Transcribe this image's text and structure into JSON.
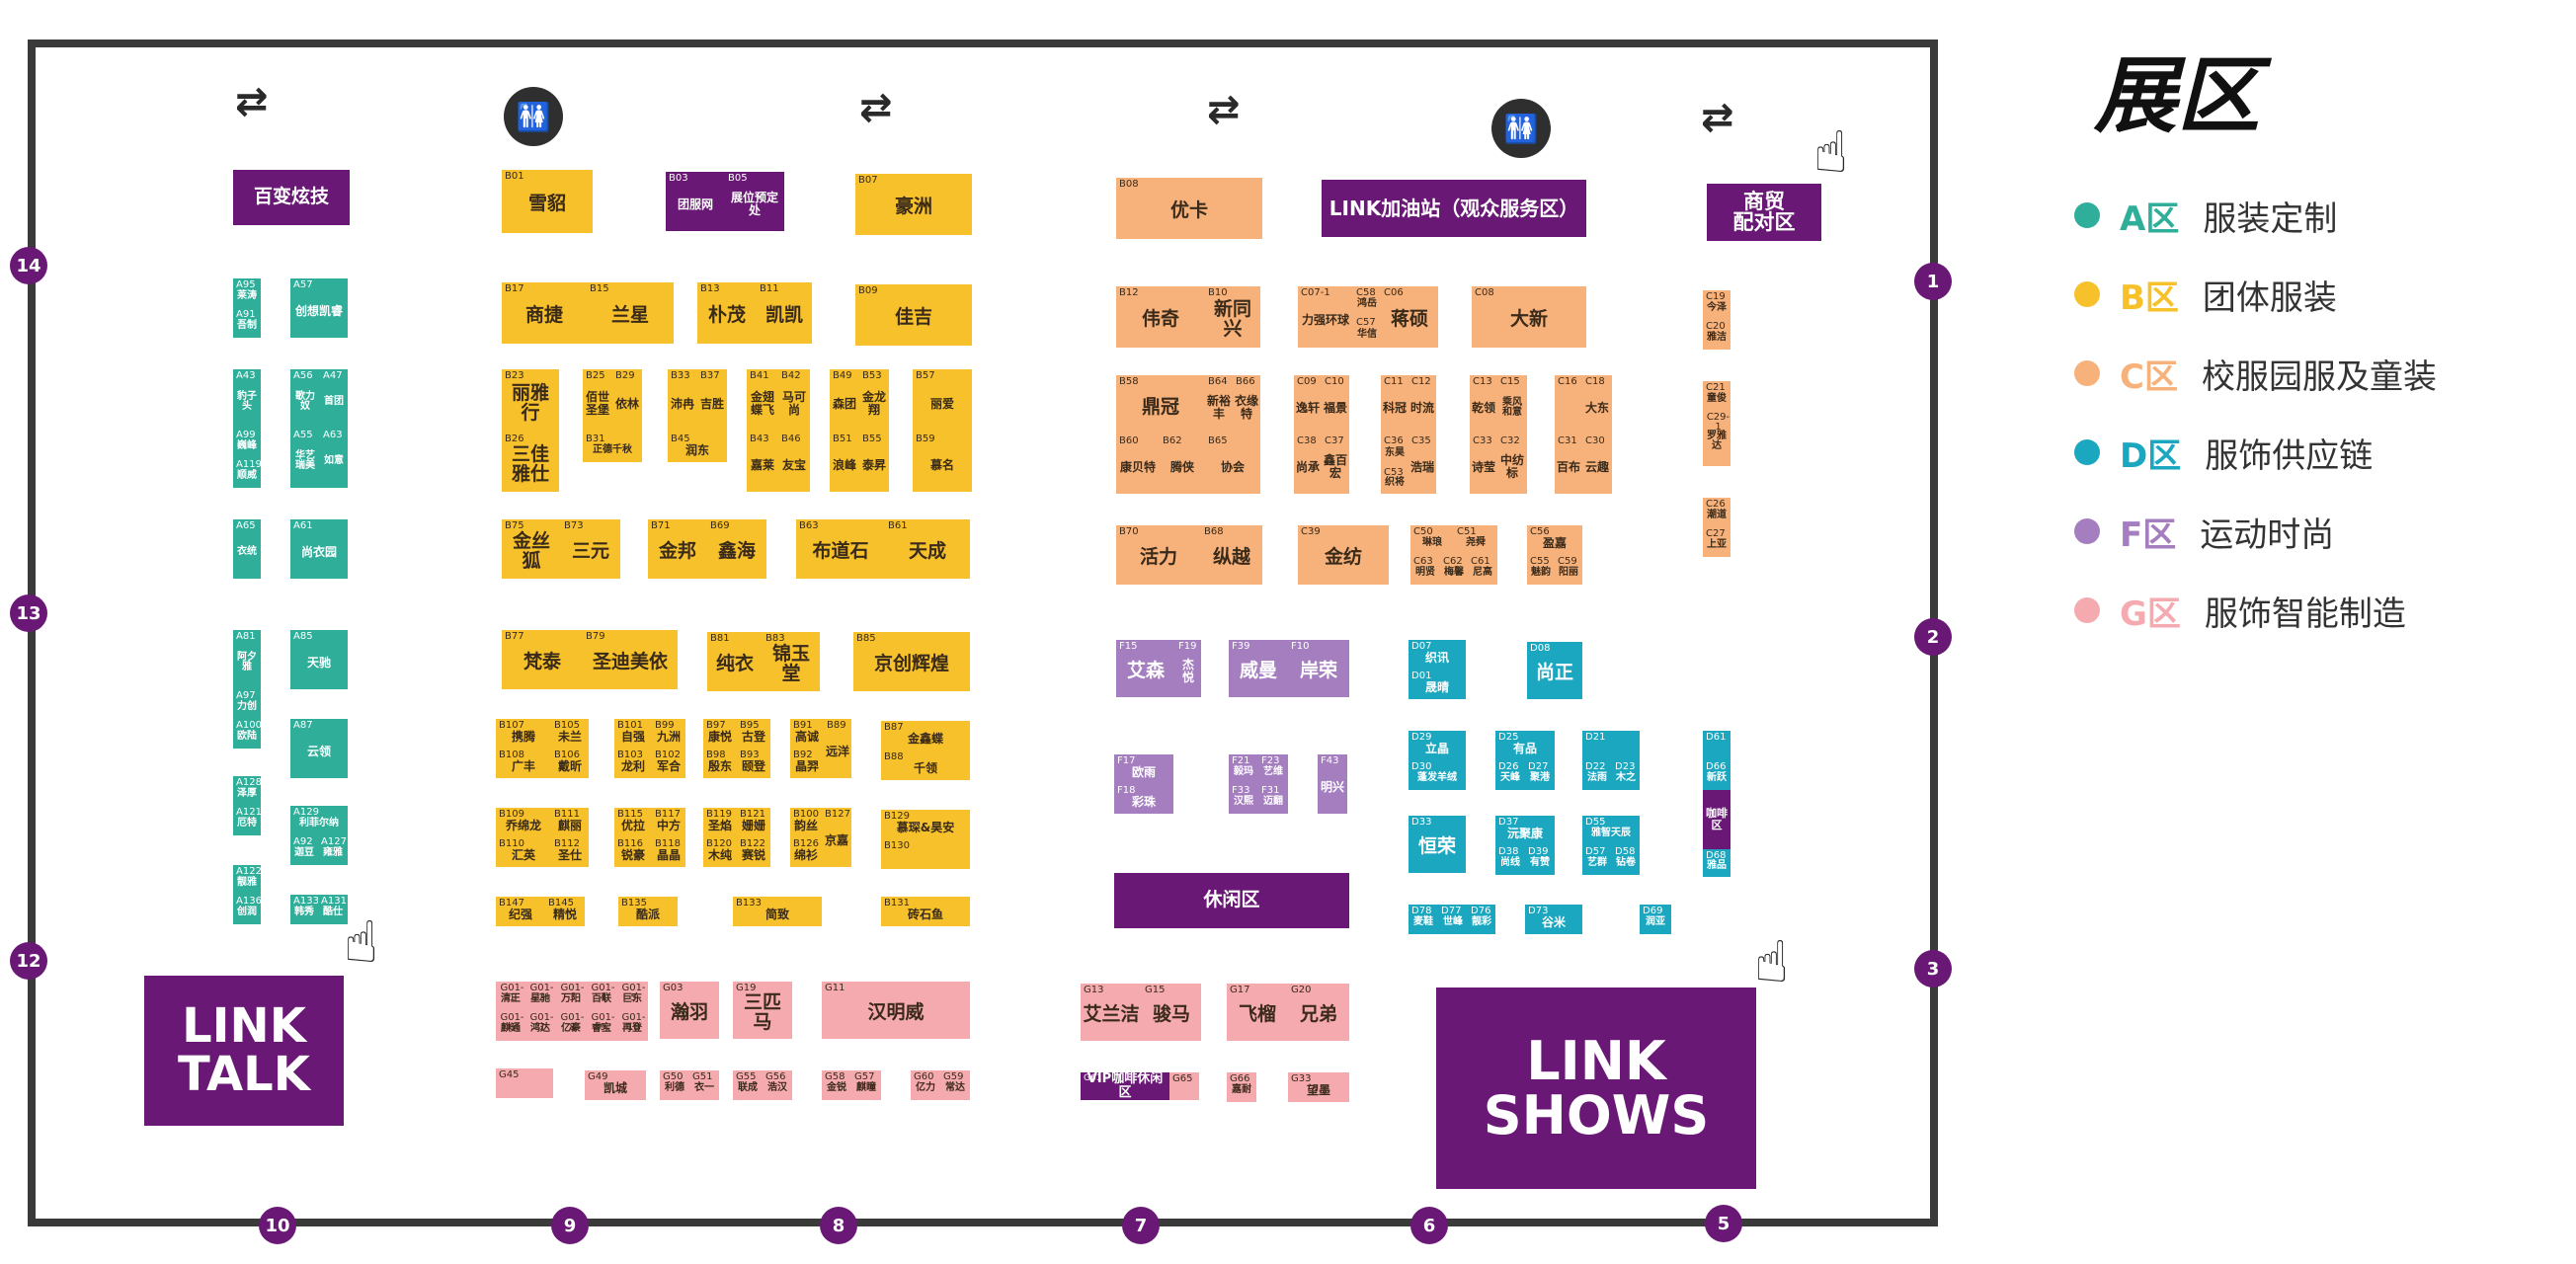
{
  "legend": {
    "title": "展区",
    "items": [
      {
        "key": "A区",
        "label": "服装定制",
        "color": "#2fae9a"
      },
      {
        "key": "B区",
        "label": "团体服装",
        "color": "#f6c12b"
      },
      {
        "key": "C区",
        "label": "校服园服及童装",
        "color": "#f7b27c"
      },
      {
        "key": "D区",
        "label": "服饰供应链",
        "color": "#1ca7c0"
      },
      {
        "key": "F区",
        "label": "运动时尚",
        "color": "#a57ec0"
      },
      {
        "key": "G区",
        "label": "服饰智能制造",
        "color": "#f5aab0"
      }
    ]
  },
  "doors": [
    "14",
    "13",
    "12",
    "10",
    "9",
    "8",
    "7",
    "6",
    "5",
    "1",
    "2",
    "3"
  ],
  "icons": {
    "entrance_arrow": "⇄",
    "restroom": "🚻",
    "hand": "☝"
  },
  "special": {
    "bianbian": "百变炫技",
    "link_station": "LINK加油站（观众服务区）",
    "shangmao_1": "商贸",
    "shangmao_2": "配对区",
    "rest_area": "休闲区",
    "link_talk_1": "LINK",
    "link_talk_2": "TALK",
    "link_shows_1": "LINK",
    "link_shows_2": "SHOWS",
    "vip": "VIP咖啡休闲区",
    "coffee": "咖啡区"
  },
  "booths": {
    "B01": {
      "id": "B01",
      "name": "雪貂"
    },
    "B03": {
      "id": "B03",
      "name": "团服网"
    },
    "B05": {
      "id": "B05",
      "name": "展位预定处"
    },
    "B07": {
      "id": "B07",
      "name": "豪洲"
    },
    "B08": {
      "id": "B08",
      "name": "优卡"
    },
    "B17": {
      "id": "B17",
      "name": "商捷"
    },
    "B15": {
      "id": "B15",
      "name": "兰星"
    },
    "B13": {
      "id": "B13",
      "name": "朴茂"
    },
    "B11": {
      "id": "B11",
      "name": "凯凯"
    },
    "B09": {
      "id": "B09",
      "name": "佳吉"
    },
    "B23": {
      "id": "B23",
      "name": "丽雅行"
    },
    "B26": {
      "id": "B26",
      "name": "三佳雅仕"
    },
    "B25": {
      "id": "B25",
      "name": "佰世圣堡"
    },
    "B29": {
      "id": "B29",
      "name": "依林"
    },
    "B31": {
      "id": "B31",
      "name": "正德千秋"
    },
    "B33": {
      "id": "B33",
      "name": "沛冉"
    },
    "B37": {
      "id": "B37",
      "name": "吉胜"
    },
    "B45": {
      "id": "B45",
      "name": "润东"
    },
    "B41": {
      "id": "B41",
      "name": "金翅蝶飞"
    },
    "B42": {
      "id": "B42",
      "name": "马可尚"
    },
    "B43": {
      "id": "B43",
      "name": "嘉莱"
    },
    "B46": {
      "id": "B46",
      "name": "友宝"
    },
    "B49": {
      "id": "B49",
      "name": "森团"
    },
    "B53": {
      "id": "B53",
      "name": "金龙翔"
    },
    "B51": {
      "id": "B51",
      "name": "浪峰"
    },
    "B55": {
      "id": "B55",
      "name": "泰昇"
    },
    "B57": {
      "id": "B57",
      "name": "丽爱"
    },
    "B59": {
      "id": "B59",
      "name": "慕名"
    },
    "B75": {
      "id": "B75",
      "name": "金丝狐"
    },
    "B73": {
      "id": "B73",
      "name": "三元"
    },
    "B71": {
      "id": "B71",
      "name": "金邦"
    },
    "B69": {
      "id": "B69",
      "name": "鑫海"
    },
    "B63": {
      "id": "B63",
      "name": "布道石"
    },
    "B61": {
      "id": "B61",
      "name": "天成"
    },
    "B77": {
      "id": "B77",
      "name": "梵泰"
    },
    "B79": {
      "id": "B79",
      "name": "圣迪美依"
    },
    "B81": {
      "id": "B81",
      "name": "纯衣"
    },
    "B83": {
      "id": "B83",
      "name": "锦玉堂"
    },
    "B85": {
      "id": "B85",
      "name": "京创辉煌"
    },
    "B107": {
      "id": "B107",
      "name": "携腾"
    },
    "B105": {
      "id": "B105",
      "name": "未兰"
    },
    "B108": {
      "id": "B108",
      "name": "广丰"
    },
    "B106": {
      "id": "B106",
      "name": "戴昕"
    },
    "B101": {
      "id": "B101",
      "name": "自强"
    },
    "B99": {
      "id": "B99",
      "name": "九洲"
    },
    "B103": {
      "id": "B103",
      "name": "龙利"
    },
    "B102": {
      "id": "B102",
      "name": "军合"
    },
    "B97": {
      "id": "B97",
      "name": "康悦"
    },
    "B95": {
      "id": "B95",
      "name": "古登"
    },
    "B98": {
      "id": "B98",
      "name": "殷东"
    },
    "B93": {
      "id": "B93",
      "name": "颐登"
    },
    "B91": {
      "id": "B91",
      "name": "高诚"
    },
    "B89": {
      "id": "B89",
      "name": "远洋"
    },
    "B92": {
      "id": "B92",
      "name": "晶羿"
    },
    "B87": {
      "id": "B87",
      "name": "金鑫蝶"
    },
    "B88": {
      "id": "B88",
      "name": "千领"
    },
    "B109": {
      "id": "B109",
      "name": "乔绵龙"
    },
    "B111": {
      "id": "B111",
      "name": "麒丽"
    },
    "B110": {
      "id": "B110",
      "name": "汇英"
    },
    "B112": {
      "id": "B112",
      "name": "圣仕"
    },
    "B115": {
      "id": "B115",
      "name": "优拉"
    },
    "B117": {
      "id": "B117",
      "name": "中方"
    },
    "B116": {
      "id": "B116",
      "name": "锐豪"
    },
    "B118": {
      "id": "B118",
      "name": "晶晶"
    },
    "B119": {
      "id": "B119",
      "name": "圣焰"
    },
    "B121": {
      "id": "B121",
      "name": "姗姗"
    },
    "B120": {
      "id": "B120",
      "name": "木纯"
    },
    "B122": {
      "id": "B122",
      "name": "赛锐"
    },
    "B100": {
      "id": "B100",
      "name": "韵丝"
    },
    "B127": {
      "id": "B127",
      "name": "京嘉"
    },
    "B126": {
      "id": "B126",
      "name": "绵衫"
    },
    "B129": {
      "id": "B129",
      "name": "慕琛&昊安"
    },
    "B130": {
      "id": "B130",
      "name": ""
    },
    "B147": {
      "id": "B147",
      "name": "纪强"
    },
    "B145": {
      "id": "B145",
      "name": "精悦"
    },
    "B135": {
      "id": "B135",
      "name": "酷派"
    },
    "B133": {
      "id": "B133",
      "name": "简致"
    },
    "B131": {
      "id": "B131",
      "name": "砖石鱼"
    },
    "A95": {
      "id": "A95",
      "name": "莱涛"
    },
    "A91": {
      "id": "A91",
      "name": "吾制"
    },
    "A57": {
      "id": "A57",
      "name": "创想凯睿"
    },
    "A43": {
      "id": "A43",
      "name": "豹子头"
    },
    "A56": {
      "id": "A56",
      "name": "歌力奴"
    },
    "A47": {
      "id": "A47",
      "name": "首团"
    },
    "A99": {
      "id": "A99",
      "name": "巍峰"
    },
    "A119": {
      "id": "A119",
      "name": "顺威"
    },
    "A55": {
      "id": "A55",
      "name": "华艺瑞美"
    },
    "A63": {
      "id": "A63",
      "name": "如意"
    },
    "A65": {
      "id": "A65",
      "name": "衣统"
    },
    "A61": {
      "id": "A61",
      "name": "尚衣园"
    },
    "A81": {
      "id": "A81",
      "name": "阿夕雅"
    },
    "A85": {
      "id": "A85",
      "name": "天驰"
    },
    "A97": {
      "id": "A97",
      "name": "力创"
    },
    "A100": {
      "id": "A100",
      "name": "欧陆"
    },
    "A87": {
      "id": "A87",
      "name": "云领"
    },
    "A128": {
      "id": "A128",
      "name": "泽厚"
    },
    "A121": {
      "id": "A121",
      "name": "厄特"
    },
    "A129": {
      "id": "A129",
      "name": "利菲尔纳"
    },
    "A92": {
      "id": "A92",
      "name": "迦豆"
    },
    "A127": {
      "id": "A127",
      "name": "雍雅"
    },
    "A122": {
      "id": "A122",
      "name": "靓雅"
    },
    "A136": {
      "id": "A136",
      "name": "创润"
    },
    "A133": {
      "id": "A133",
      "name": "韩秀"
    },
    "A131": {
      "id": "A131",
      "name": "酷仕"
    },
    "B12": {
      "id": "B12",
      "name": "伟奇"
    },
    "B10": {
      "id": "B10",
      "name": "新同兴"
    },
    "C07-1": {
      "id": "C07-1",
      "name": "力强环球"
    },
    "C58": {
      "id": "C58",
      "name": "鸿岳"
    },
    "C57": {
      "id": "C57",
      "name": "华信"
    },
    "C06": {
      "id": "C06",
      "name": "蒋硕"
    },
    "C08": {
      "id": "C08",
      "name": "大新"
    },
    "B58": {
      "id": "B58",
      "name": "鼎冠"
    },
    "B64": {
      "id": "B64",
      "name": "新裕丰"
    },
    "B66": {
      "id": "B66",
      "name": "衣缘特"
    },
    "B60": {
      "id": "B60",
      "name": "康贝特"
    },
    "B62": {
      "id": "B62",
      "name": "腾侠"
    },
    "B65": {
      "id": "B65",
      "name": "协会"
    },
    "C09": {
      "id": "C09",
      "name": "逸轩"
    },
    "C10": {
      "id": "C10",
      "name": "福景"
    },
    "C38": {
      "id": "C38",
      "name": "尚承"
    },
    "C37": {
      "id": "C37",
      "name": "鑫百宏"
    },
    "C11": {
      "id": "C11",
      "name": "科冠"
    },
    "C12": {
      "id": "C12",
      "name": "时流"
    },
    "C36": {
      "id": "C36",
      "name": "东昊"
    },
    "C53": {
      "id": "C53",
      "name": "织将"
    },
    "C35": {
      "id": "C35",
      "name": "浩瑞"
    },
    "C13": {
      "id": "C13",
      "name": "乾领"
    },
    "C15": {
      "id": "C15",
      "name": "乘风和意"
    },
    "C33": {
      "id": "C33",
      "name": "诗莹"
    },
    "C32": {
      "id": "C32",
      "name": "中纺标"
    },
    "C16": {
      "id": "C16",
      "name": ""
    },
    "C18": {
      "id": "C18",
      "name": "大东"
    },
    "C31": {
      "id": "C31",
      "name": "百布"
    },
    "C30": {
      "id": "C30",
      "name": "云趣"
    },
    "B70": {
      "id": "B70",
      "name": "活力"
    },
    "B68": {
      "id": "B68",
      "name": "纵越"
    },
    "C39": {
      "id": "C39",
      "name": "金纺"
    },
    "C50": {
      "id": "C50",
      "name": "琳琅"
    },
    "C51": {
      "id": "C51",
      "name": "尧舜"
    },
    "C63": {
      "id": "C63",
      "name": "明贤"
    },
    "C62": {
      "id": "C62",
      "name": "梅馨"
    },
    "C61": {
      "id": "C61",
      "name": "尼高"
    },
    "C56": {
      "id": "C56",
      "name": "盈嘉"
    },
    "C55": {
      "id": "C55",
      "name": "魅韵"
    },
    "C59": {
      "id": "C59",
      "name": "阳丽"
    },
    "C19": {
      "id": "C19",
      "name": "今泽"
    },
    "C20": {
      "id": "C20",
      "name": "雅洁"
    },
    "C21": {
      "id": "C21",
      "name": "童俊"
    },
    "C29-1": {
      "id": "C29-1",
      "name": "罗雅达"
    },
    "C26": {
      "id": "C26",
      "name": "潮道"
    },
    "C27": {
      "id": "C27",
      "name": "上亚"
    },
    "F15": {
      "id": "F15",
      "name": "艾森"
    },
    "F19": {
      "id": "F19",
      "name": "杰悦"
    },
    "F39": {
      "id": "F39",
      "name": "威曼"
    },
    "F10": {
      "id": "F10",
      "name": "岸荣"
    },
    "D07": {
      "id": "D07",
      "name": "织讯"
    },
    "D01": {
      "id": "D01",
      "name": "晟晴"
    },
    "D08": {
      "id": "D08",
      "name": "尚正"
    },
    "F17": {
      "id": "F17",
      "name": "欧雨"
    },
    "F18": {
      "id": "F18",
      "name": "彩珠"
    },
    "F21": {
      "id": "F21",
      "name": "毅玛"
    },
    "F23": {
      "id": "F23",
      "name": "艺维"
    },
    "F33": {
      "id": "F33",
      "name": "汉熙"
    },
    "F31": {
      "id": "F31",
      "name": "迈翻"
    },
    "F43": {
      "id": "F43",
      "name": "明兴"
    },
    "D29": {
      "id": "D29",
      "name": "立晶"
    },
    "D30": {
      "id": "D30",
      "name": "蓬发羊绒"
    },
    "D25": {
      "id": "D25",
      "name": "有品"
    },
    "D26": {
      "id": "D26",
      "name": "天峰"
    },
    "D27": {
      "id": "D27",
      "name": "聚港"
    },
    "D21": {
      "id": "D21",
      "name": ""
    },
    "D22": {
      "id": "D22",
      "name": "法雨"
    },
    "D23": {
      "id": "D23",
      "name": "木之"
    },
    "D33": {
      "id": "D33",
      "name": "恒荣"
    },
    "D37": {
      "id": "D37",
      "name": "沅聚康"
    },
    "D38": {
      "id": "D38",
      "name": "尚线"
    },
    "D39": {
      "id": "D39",
      "name": "有赞"
    },
    "D55": {
      "id": "D55",
      "name": "雅智天辰"
    },
    "D57": {
      "id": "D57",
      "name": "艺群"
    },
    "D58": {
      "id": "D58",
      "name": "钻卷"
    },
    "D61": {
      "id": "D61",
      "name": ""
    },
    "D66": {
      "id": "D66",
      "name": "新跃"
    },
    "D68": {
      "id": "D68",
      "name": "雅品"
    },
    "D78": {
      "id": "D78",
      "name": "麦鞋"
    },
    "D77": {
      "id": "D77",
      "name": "世峰"
    },
    "D76": {
      "id": "D76",
      "name": "靓彩"
    },
    "D73": {
      "id": "D73",
      "name": "谷米"
    },
    "D69": {
      "id": "D69",
      "name": "润亚"
    },
    "G01-1": {
      "id": "G01-1",
      "name": "清王"
    },
    "G01-2": {
      "id": "G01-2",
      "name": "星驰"
    },
    "G01-3": {
      "id": "G01-3",
      "name": "万阳"
    },
    "G01-4": {
      "id": "G01-4",
      "name": "百联"
    },
    "G01-5": {
      "id": "G01-5",
      "name": "巨东"
    },
    "G01-6": {
      "id": "G01-6",
      "name": "麒通"
    },
    "G01-7": {
      "id": "G01-7",
      "name": "鸿达"
    },
    "G01-8": {
      "id": "G01-8",
      "name": "亿豪"
    },
    "G01-9": {
      "id": "G01-9",
      "name": "睿宝"
    },
    "G01-10": {
      "id": "G01-10",
      "name": "再登"
    },
    "G03": {
      "id": "G03",
      "name": "瀚羽"
    },
    "G19": {
      "id": "G19",
      "name": "三匹马"
    },
    "G11": {
      "id": "G11",
      "name": "汉明威"
    },
    "G13": {
      "id": "G13",
      "name": "艾兰洁"
    },
    "G15": {
      "id": "G15",
      "name": "骏马"
    },
    "G17": {
      "id": "G17",
      "name": "飞榴"
    },
    "G20": {
      "id": "G20",
      "name": "兄弟"
    },
    "G45": {
      "id": "G45",
      "name": ""
    },
    "G49": {
      "id": "G49",
      "name": "凯城"
    },
    "G50": {
      "id": "G50",
      "name": "利德"
    },
    "G51": {
      "id": "G51",
      "name": "衣一"
    },
    "G55": {
      "id": "G55",
      "name": "联成"
    },
    "G56": {
      "id": "G56",
      "name": "浩汉"
    },
    "G58": {
      "id": "G58",
      "name": "金锐"
    },
    "G57": {
      "id": "G57",
      "name": "麒瞳"
    },
    "G60": {
      "id": "G60",
      "name": "亿力"
    },
    "G59": {
      "id": "G59",
      "name": "常达"
    },
    "G61": {
      "id": "G61",
      "name": ""
    },
    "G65": {
      "id": "G65",
      "name": ""
    },
    "G66": {
      "id": "G66",
      "name": "嘉耐"
    },
    "G33": {
      "id": "G33",
      "name": "望墨"
    }
  }
}
